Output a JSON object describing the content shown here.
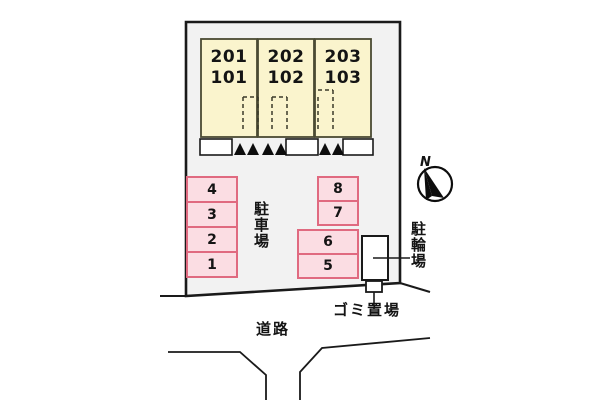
{
  "figure": {
    "kind": "site-layout-plan",
    "colors": {
      "site_fill": "#f2f2f2",
      "site_border": "#1a1a1a",
      "building_fill": "#faf4cd",
      "building_border": "#4a4a32",
      "stall_fill": "#fbdde3",
      "stall_border": "#e06a80",
      "line": "#1a1a1a",
      "text": "#141414",
      "white_fill": "#ffffff",
      "page_bg": "#ffffff"
    }
  },
  "building": {
    "name": "apartment-building",
    "blocks": [
      {
        "upper": "201",
        "lower": "101"
      },
      {
        "upper": "202",
        "lower": "102"
      },
      {
        "upper": "203",
        "lower": "103"
      }
    ]
  },
  "parking": {
    "label": "駐車場",
    "left_stalls": [
      "4",
      "3",
      "2",
      "1"
    ],
    "right_upper_stalls": [
      "8",
      "7"
    ],
    "right_lower_stalls": [
      "6",
      "5"
    ]
  },
  "facilities": {
    "bicycle_parking_label": "駐輪場",
    "garbage_label": "ゴミ置場"
  },
  "road": {
    "label": "道路"
  },
  "compass": {
    "north_label": "N",
    "icon": "compass-rose-icon"
  }
}
